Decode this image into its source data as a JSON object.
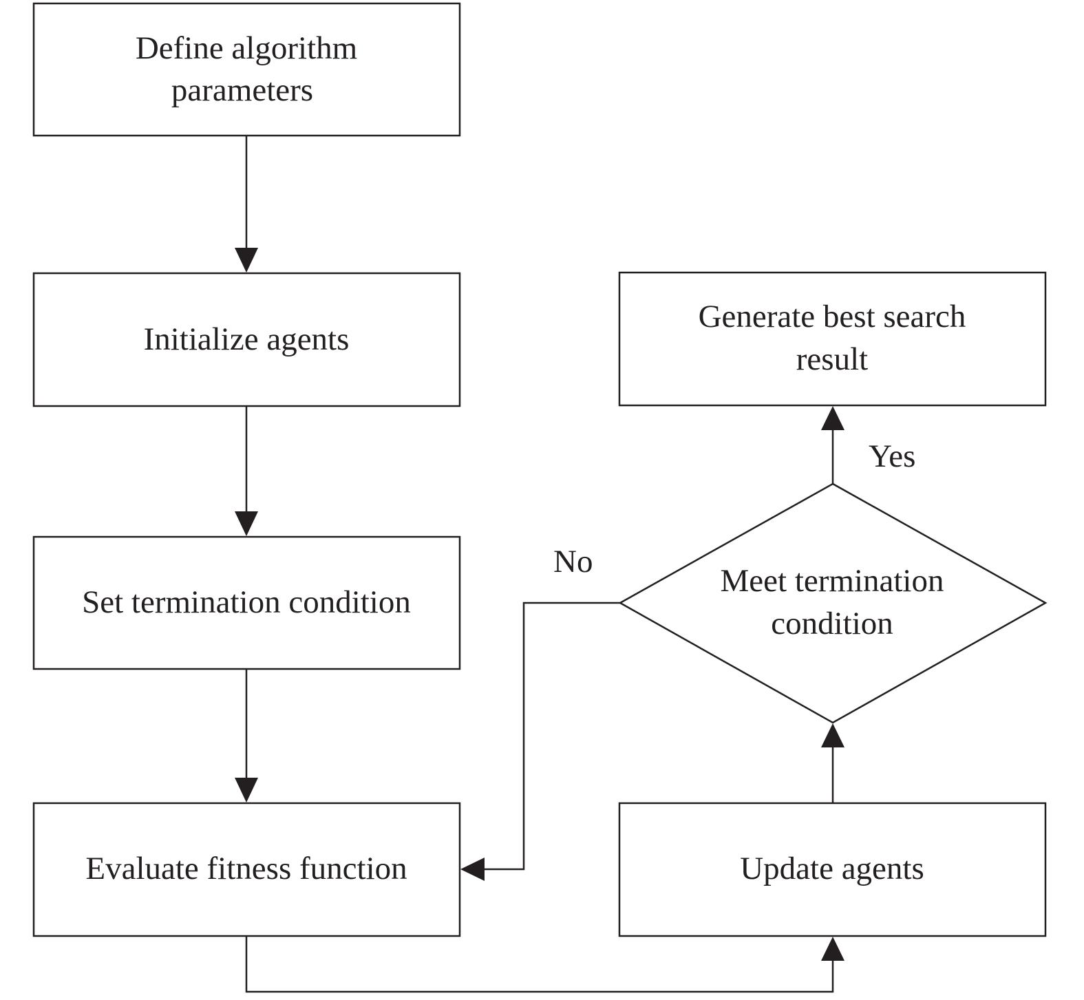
{
  "diagram": {
    "type": "flowchart",
    "nodes": {
      "define_params": {
        "lines": [
          "Define algorithm",
          "parameters"
        ]
      },
      "init_agents": {
        "lines": [
          "Initialize agents"
        ]
      },
      "set_termination": {
        "lines": [
          "Set termination condition"
        ]
      },
      "evaluate_fitness": {
        "lines": [
          "Evaluate fitness function"
        ]
      },
      "update_agents": {
        "lines": [
          "Update agents"
        ]
      },
      "meet_termination": {
        "lines": [
          "Meet termination",
          "condition"
        ]
      },
      "generate_result": {
        "lines": [
          "Generate best search",
          "result"
        ]
      }
    },
    "edges": {
      "yes_label": "Yes",
      "no_label": "No"
    },
    "colors": {
      "stroke": "#231f20",
      "background": "#ffffff"
    }
  }
}
